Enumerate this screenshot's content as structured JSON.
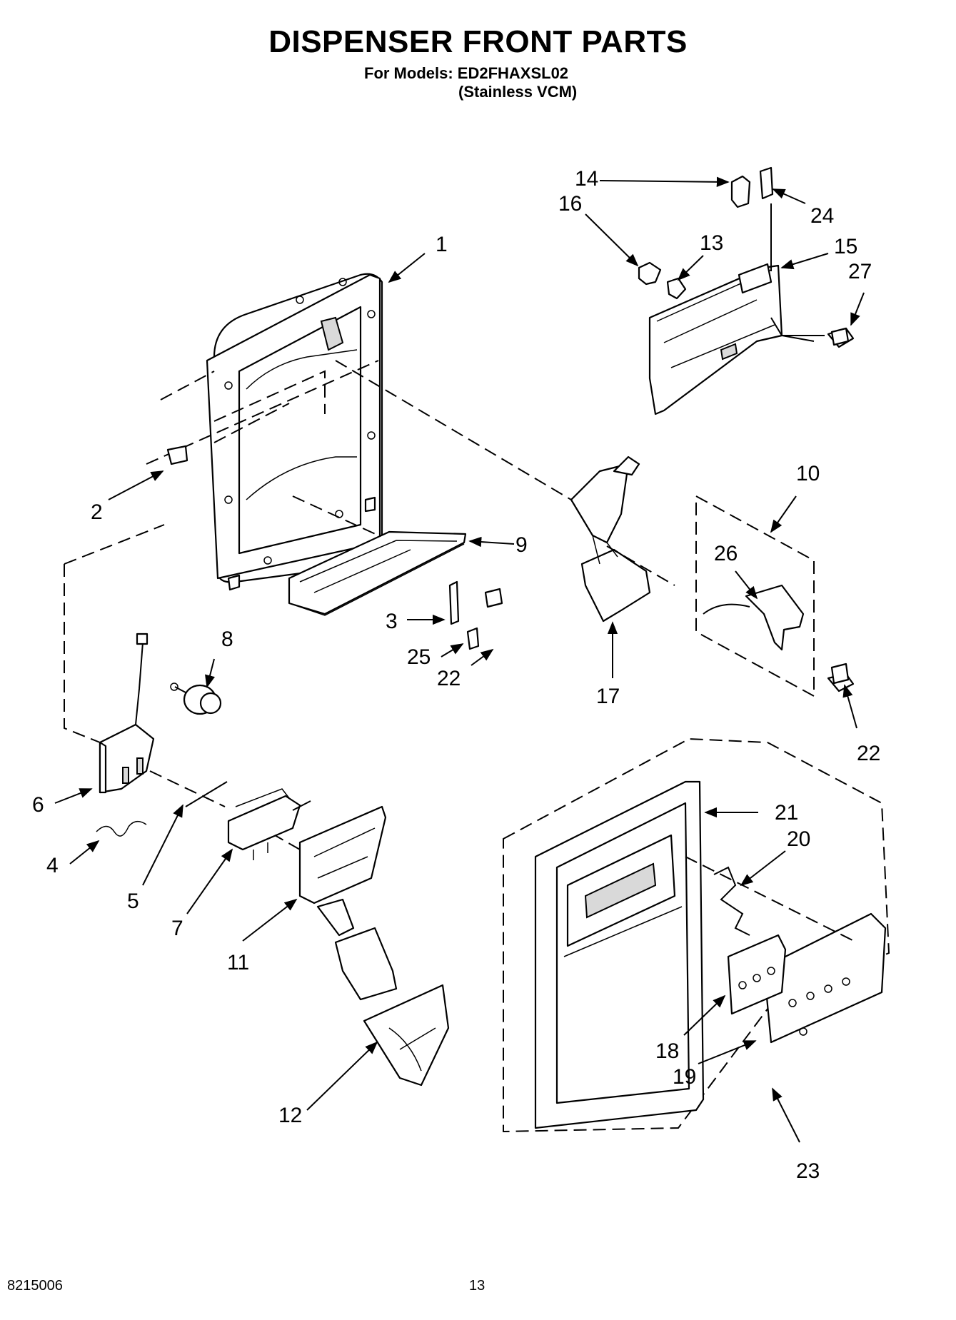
{
  "header": {
    "title": "DISPENSER FRONT PARTS",
    "models_line": "For Models: ED2FHAXSL02",
    "variant_line": "(Stainless VCM)"
  },
  "footer": {
    "doc_number": "8215006",
    "page_number": "13"
  },
  "callouts": {
    "c1": "1",
    "c2": "2",
    "c3": "3",
    "c4": "4",
    "c5": "5",
    "c6": "6",
    "c7": "7",
    "c8": "8",
    "c9": "9",
    "c10": "10",
    "c11": "11",
    "c12": "12",
    "c13": "13",
    "c14": "14",
    "c15": "15",
    "c16": "16",
    "c17": "17",
    "c18": "18",
    "c19": "19",
    "c20": "20",
    "c21": "21",
    "c22a": "22",
    "c22b": "22",
    "c23": "23",
    "c24": "24",
    "c25": "25",
    "c26": "26",
    "c27": "27"
  }
}
